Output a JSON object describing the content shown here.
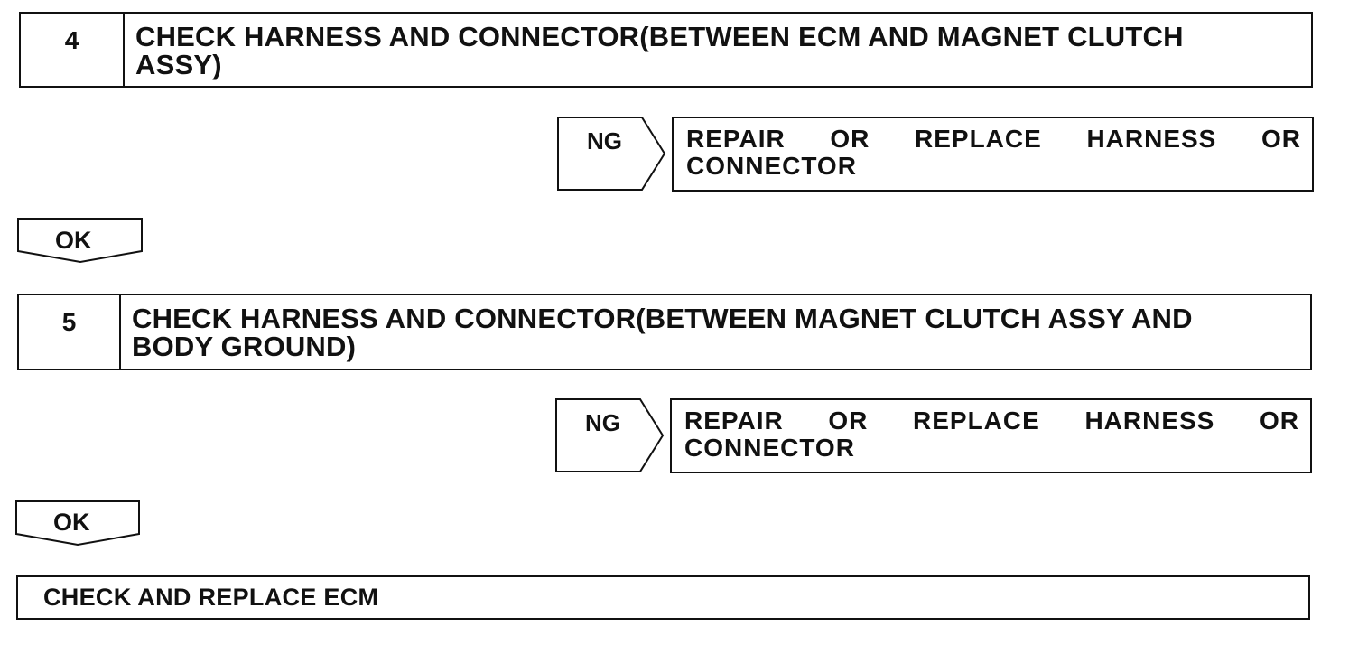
{
  "steps": [
    {
      "number": "4",
      "title_line1": "CHECK HARNESS AND CONNECTOR(BETWEEN ECM AND MAGNET CLUTCH",
      "title_line2": "ASSY)",
      "ng_label": "NG",
      "ng_action_words": [
        "REPAIR",
        "OR",
        "REPLACE",
        "HARNESS",
        "OR"
      ],
      "ng_action_line2": "CONNECTOR",
      "ok_label": "OK"
    },
    {
      "number": "5",
      "title_line1": "CHECK HARNESS AND CONNECTOR(BETWEEN MAGNET CLUTCH ASSY AND",
      "title_line2": "BODY GROUND)",
      "ng_label": "NG",
      "ng_action_words": [
        "REPAIR",
        "OR",
        "REPLACE",
        "HARNESS",
        "OR"
      ],
      "ng_action_line2": "CONNECTOR",
      "ok_label": "OK"
    }
  ],
  "final": {
    "text": "CHECK AND REPLACE ECM"
  }
}
